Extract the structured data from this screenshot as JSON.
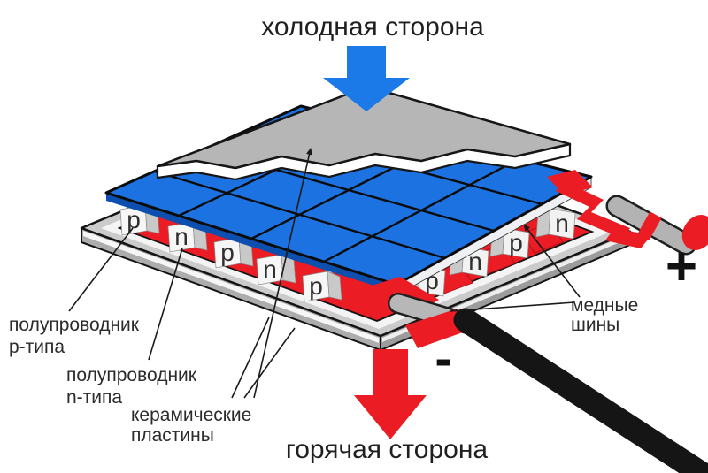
{
  "titles": {
    "cold_side": "холодная сторона",
    "hot_side": "горячая сторона"
  },
  "labels": {
    "semiconductor_p": {
      "line1": "полупроводник",
      "line2": "p-типа"
    },
    "semiconductor_n": {
      "line1": "полупроводник",
      "line2": "n-типа"
    },
    "ceramic_plates": {
      "line1": "керамические",
      "line2": "пластины"
    },
    "copper_buses": {
      "line1": "медные",
      "line2": "шины"
    }
  },
  "terminals": {
    "positive": "+",
    "negative": "-"
  },
  "blocks": {
    "left_letters": [
      "p",
      "n",
      "p",
      "n",
      "p"
    ],
    "right_letters": [
      "p",
      "n",
      "p",
      "n"
    ]
  },
  "colors": {
    "cold_arrow_blue": "#1b79e8",
    "plate_blue": "#1d72e2",
    "hot_arrow_red": "#ec1c24",
    "copper_red": "#ec1c24",
    "ceramic_gray": "#b6b6b6",
    "cable_black": "#151515"
  }
}
